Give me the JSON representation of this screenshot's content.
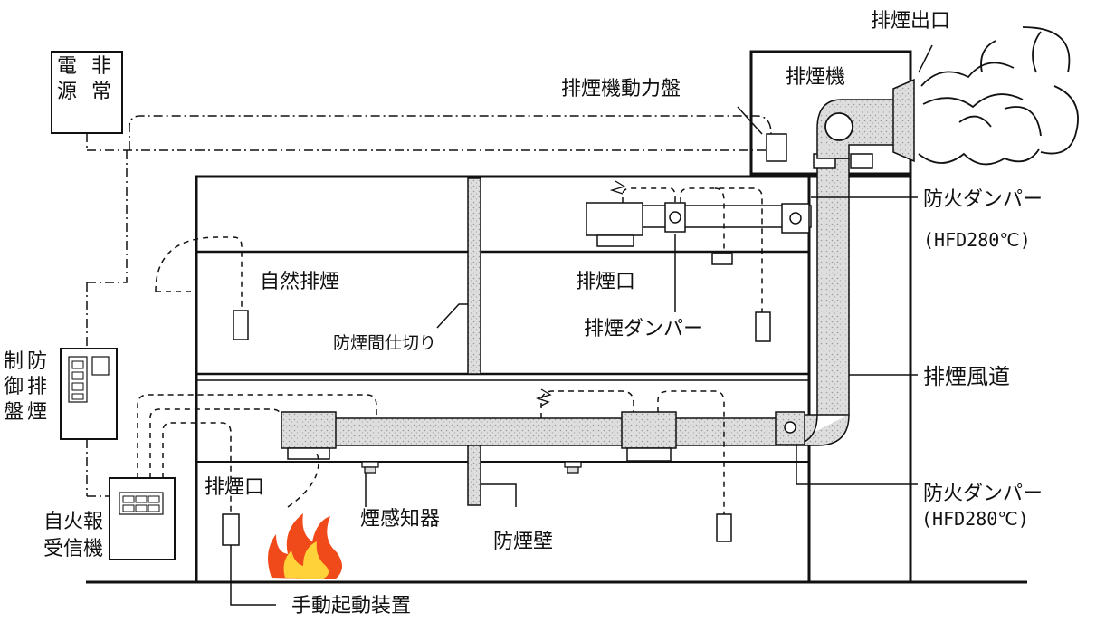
{
  "labels": {
    "exhaust_outlet": "排煙出口",
    "exhaust_fan": "排煙機",
    "exhaust_fan_power_panel": "排煙機動力盤",
    "emergency_power_col1": "電源",
    "emergency_power_col2": "非常",
    "natural_smoke_exhaust": "自然排煙",
    "smoke_partition": "防煙間仕切り",
    "exhaust_port_upper": "排煙口",
    "exhaust_damper": "排煙ダンパー",
    "fire_damper_upper": "防火ダンパー",
    "fire_damper_upper_temp": "(HFD280℃)",
    "exhaust_duct": "排煙風道",
    "fire_damper_lower": "防火ダンパー",
    "fire_damper_lower_temp": "(HFD280℃)",
    "control_panel_col1": "制御盤",
    "control_panel_col2": "防排煙",
    "fire_alarm_receiver_line1": "自火報",
    "fire_alarm_receiver_line2": "受信機",
    "exhaust_port_lower": "排煙口",
    "smoke_detector": "煙感知器",
    "smoke_wall": "防煙壁",
    "manual_start_device": "手動起動装置"
  },
  "colors": {
    "line": "#111111",
    "duct_fill": "#d9d9d9",
    "fire_outer": "#f04a1a",
    "fire_inner": "#ffd23a"
  }
}
